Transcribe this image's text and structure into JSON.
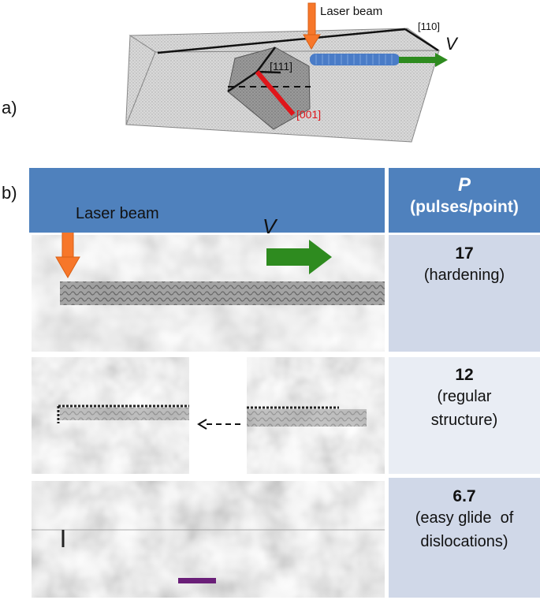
{
  "panel_a": {
    "label": "a)",
    "laser_label": "Laser beam",
    "dir_110": "[110]",
    "dir_111": "[111]",
    "dir_001": "[001]",
    "velocity": "V"
  },
  "panel_b": {
    "label": "b)",
    "laser_label": "Laser beam",
    "velocity": "V",
    "header_symbol": "P",
    "header_unit": "(pulses/point)",
    "rows": [
      {
        "value": "17",
        "desc": [
          "(hardening)"
        ]
      },
      {
        "value": "12",
        "desc": [
          "(regular",
          "structure)"
        ]
      },
      {
        "value": "6.7",
        "desc": [
          "(easy glide  of",
          "dislocations)"
        ]
      }
    ]
  },
  "colors": {
    "header_blue": "#4f81bd",
    "laser_orange": "#f7772a",
    "velocity_green": "#2e8b1f",
    "track_blue": "#4a7cc7",
    "axis_red": "#e0161b",
    "scale_bar_purple": "#6a1f78",
    "row_fill_1": "#d0d8e8",
    "row_fill_2": "#e9edf4"
  }
}
